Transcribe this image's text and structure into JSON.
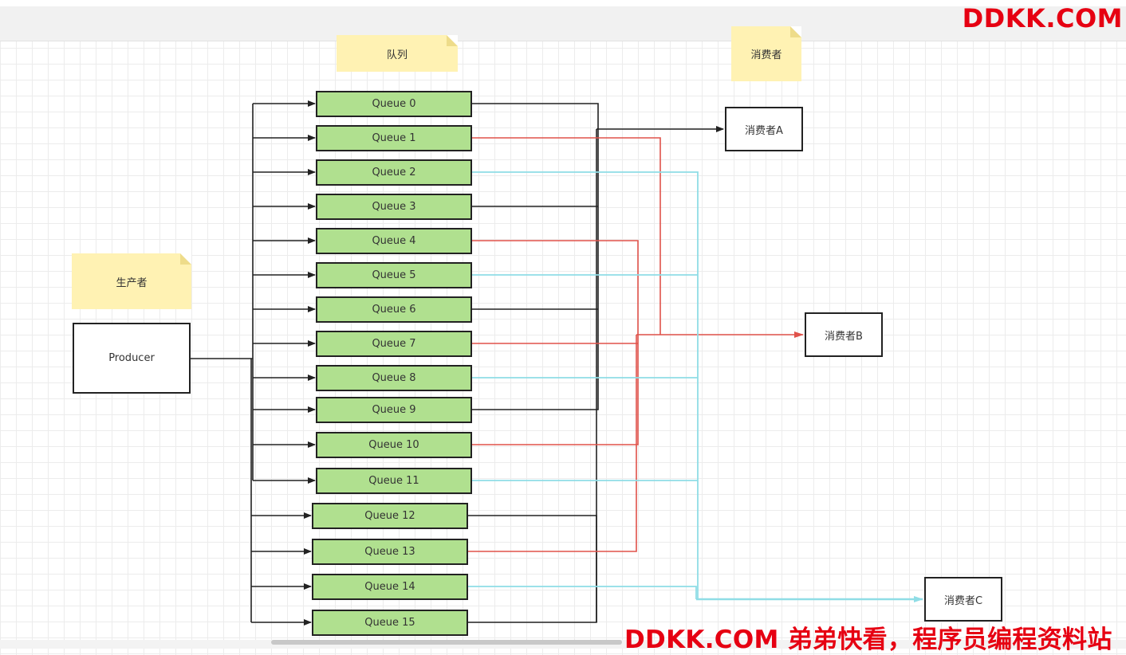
{
  "watermark": {
    "top": "DDKK.COM",
    "bottom": "DDKK.COM 弟弟快看，程序员编程资料站"
  },
  "notes": {
    "queues": "队列",
    "consumers": "消费者",
    "producer": "生产者"
  },
  "producer": {
    "label": "Producer"
  },
  "queues": [
    "Queue 0",
    "Queue 1",
    "Queue 2",
    "Queue 3",
    "Queue 4",
    "Queue 5",
    "Queue 6",
    "Queue 7",
    "Queue 8",
    "Queue 9",
    "Queue 10",
    "Queue 11",
    "Queue 12",
    "Queue 13",
    "Queue 14",
    "Queue 15"
  ],
  "consumers": [
    {
      "label": "消费者A",
      "color": "#222222"
    },
    {
      "label": "消费者B",
      "color": "#e0524a"
    },
    {
      "label": "消费者C",
      "color": "#8fdde6"
    }
  ],
  "colors": {
    "queue_fill": "#b0e08f",
    "note_fill": "#fff2b3",
    "watermark": "#e60012"
  }
}
